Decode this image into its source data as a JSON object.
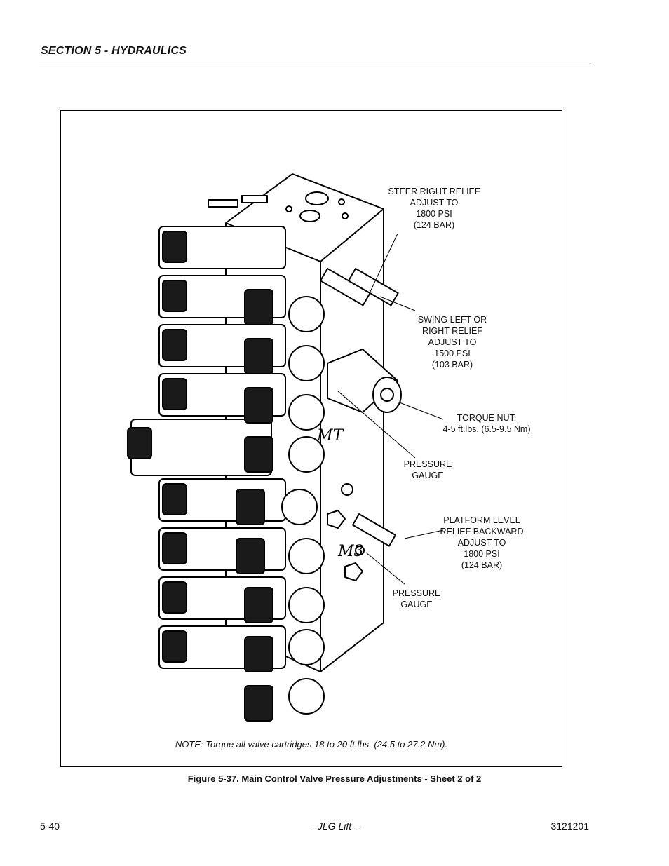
{
  "header": {
    "section_title": "SECTION 5 - HYDRAULICS"
  },
  "figure": {
    "callouts": {
      "steer_right_relief": [
        "STEER RIGHT RELIEF",
        "ADJUST TO",
        "1800 PSI",
        "(124 BAR)"
      ],
      "swing_relief": [
        "SWING LEFT OR",
        "RIGHT RELIEF",
        "ADJUST TO",
        "1500 PSI",
        "(103 BAR)"
      ],
      "torque_nut": [
        "TORQUE NUT:",
        "4-5 ft.lbs. (6.5-9.5 Nm)"
      ],
      "pressure_gauge_upper": [
        "PRESSURE",
        "GAUGE"
      ],
      "platform_level_relief": [
        "PLATFORM LEVEL",
        "RELIEF BACKWARD",
        "ADJUST TO",
        "1800 PSI",
        "(124 BAR)"
      ],
      "pressure_gauge_lower": [
        "PRESSURE",
        "GAUGE"
      ]
    },
    "port_labels": {
      "upper": "MT",
      "lower": "M3"
    },
    "note": "NOTE: Torque all valve cartridges 18 to 20 ft.lbs. (24.5 to 27.2 Nm)."
  },
  "caption": "Figure 5-37.  Main Control Valve Pressure Adjustments - Sheet 2 of 2",
  "footer": {
    "page_number": "5-40",
    "center": "– JLG Lift –",
    "doc_number": "3121201"
  }
}
